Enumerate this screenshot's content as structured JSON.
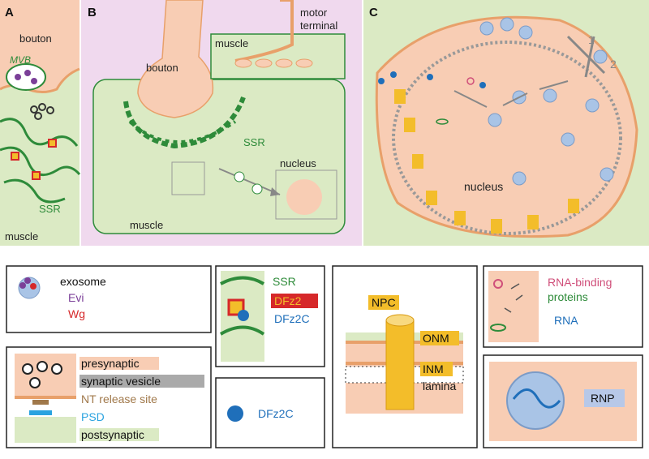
{
  "panels": {
    "A": {
      "letter": "A",
      "labels": {
        "bouton": "bouton",
        "mvb": "MVB",
        "ssr": "SSR",
        "muscle": "muscle"
      }
    },
    "B": {
      "letter": "B",
      "labels": {
        "muscle_top": "muscle",
        "motor_terminal_1": "motor",
        "motor_terminal_2": "terminal",
        "bouton": "bouton",
        "ssr": "SSR",
        "nucleus": "nucleus",
        "muscle_bottom": "muscle"
      }
    },
    "C": {
      "letter": "C",
      "labels": {
        "nucleus": "nucleus",
        "arrow_1": "1",
        "arrow_2": "2"
      }
    }
  },
  "legend": {
    "exosome_box": {
      "exosome": "exosome",
      "evi": "Evi",
      "wg": "Wg"
    },
    "synapse_box": {
      "presynaptic": "presynaptic",
      "synaptic_vesicle": "synaptic vesicle",
      "nt_release_site": "NT release site",
      "psd": "PSD",
      "postsynaptic": "postsynaptic"
    },
    "ssr_box": {
      "ssr": "SSR",
      "dfz2": "DFz2",
      "dfz2c": "DFz2C"
    },
    "dfz2c_box": {
      "dfz2c": "DFz2C"
    },
    "npc_box": {
      "npc": "NPC",
      "onm": "ONM",
      "inm": "INM",
      "lamina": "lamina"
    },
    "rna_box": {
      "rna_binding_1": "RNA-binding",
      "rna_binding_2": "proteins",
      "rna": "RNA"
    },
    "rnp_box": {
      "rnp": "RNP"
    }
  },
  "colors": {
    "muscle": "#dbeac4",
    "bouton": "#f8cdb4",
    "ssr": "#2e8b3a",
    "npc": "#f3bd2a",
    "membrane": "#e8a06a",
    "dfz2c": "#1f6fba",
    "evi": "#7b3f98",
    "wg": "#d6282a",
    "rnp": "#a9c4e6",
    "panel_b_bg": "#f0d9ee"
  }
}
